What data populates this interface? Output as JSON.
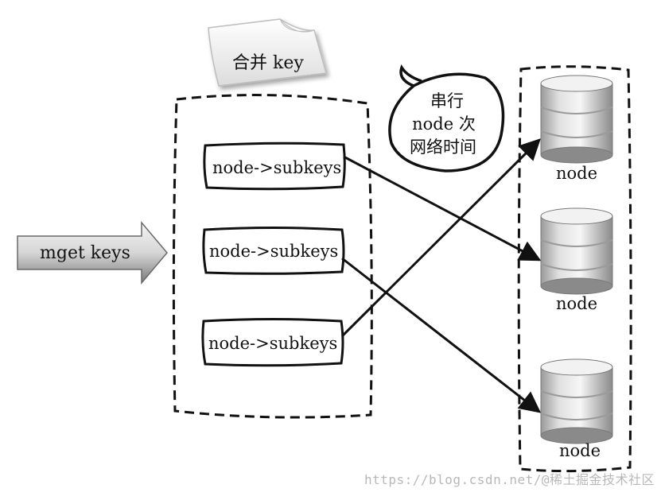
{
  "note_label": "合并 key",
  "input_arrow_label": "mget keys",
  "subkey_boxes": [
    "node->subkeys",
    "node->subkeys",
    "node->subkeys"
  ],
  "bubble_lines": [
    "串行",
    "node 次",
    "网络时间"
  ],
  "nodes": [
    "node",
    "node",
    "node"
  ],
  "watermark": "https://blog.csdn.net/@稀土掘金技术社区",
  "colors": {
    "ink": "#111111",
    "arrow_fill_light": "#eeeeee",
    "arrow_fill_dark": "#7a7a7a",
    "db_light": "#f2f2f2",
    "db_dark": "#8a8a8a"
  }
}
